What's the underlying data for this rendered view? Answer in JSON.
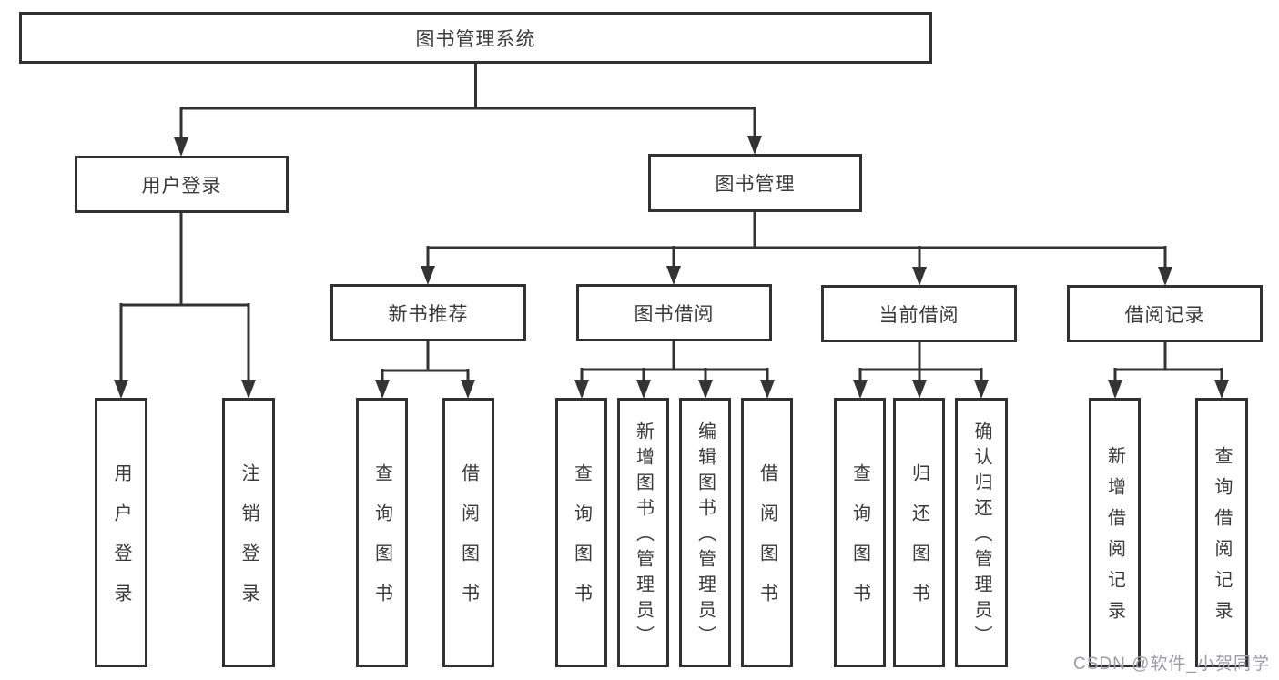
{
  "tree": {
    "root": {
      "label": "图书管理系统"
    },
    "branches": [
      {
        "label": "用户登录",
        "children": [
          {
            "label": "用户登录"
          },
          {
            "label": "注销登录"
          }
        ]
      },
      {
        "label": "图书管理",
        "children": [
          {
            "label": "新书推荐",
            "children": [
              {
                "label": "查询图书"
              },
              {
                "label": "借阅图书"
              }
            ]
          },
          {
            "label": "图书借阅",
            "children": [
              {
                "label": "查询图书"
              },
              {
                "label": "新增图书（管理员）"
              },
              {
                "label": "编辑图书（管理员）"
              },
              {
                "label": "借阅图书"
              }
            ]
          },
          {
            "label": "当前借阅",
            "children": [
              {
                "label": "查询图书"
              },
              {
                "label": "归还图书"
              },
              {
                "label": "确认归还（管理员）"
              }
            ]
          },
          {
            "label": "借阅记录",
            "children": [
              {
                "label": "新增借阅记录"
              },
              {
                "label": "查询借阅记录"
              }
            ]
          }
        ]
      }
    ]
  },
  "watermark": "CSDN @软件_小贺同学",
  "colors": {
    "line": "#333333",
    "box_border": "#313131",
    "box_fill": "#ffffff",
    "text": "#3a3a3a",
    "watermark": "#9d9da5"
  }
}
